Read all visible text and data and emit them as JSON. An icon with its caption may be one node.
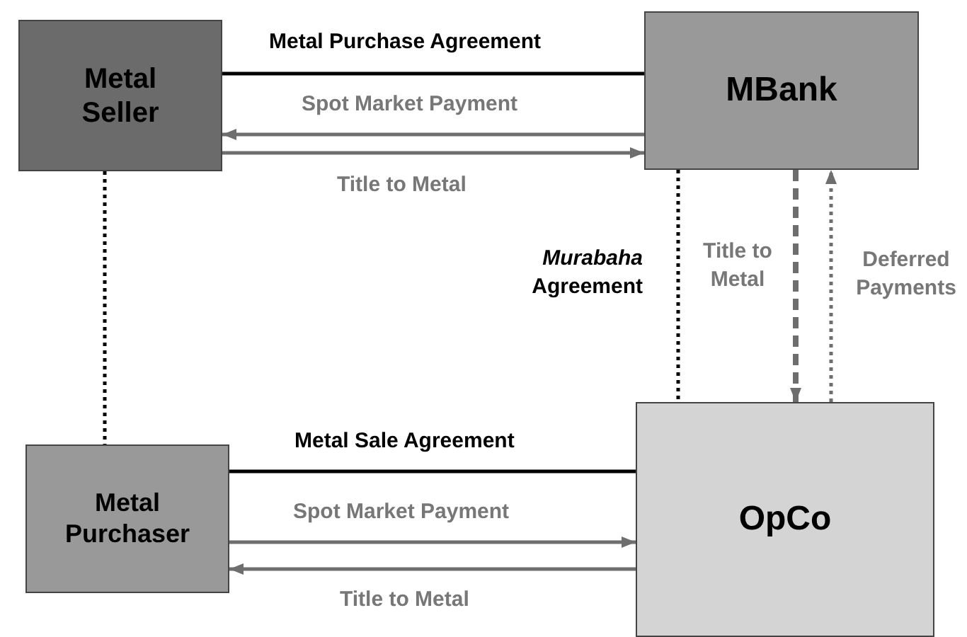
{
  "diagram": {
    "nodes": [
      {
        "text": [
          "Metal Seller"
        ]
      },
      {
        "text": [
          "MBank"
        ]
      },
      {
        "text": [
          "Metal Purchaser"
        ]
      },
      {
        "text": [
          "OpCo"
        ]
      }
    ],
    "edges": [
      {
        "from": 0,
        "to": 1,
        "arrow": "none",
        "label": "Metal Purchase Agreement",
        "color": "#000000"
      },
      {
        "from": 1,
        "to": 0,
        "arrow": "to",
        "label": "Spot Market Payment"
      },
      {
        "from": 0,
        "to": 1,
        "arrow": "to",
        "label": "Title to Metal"
      },
      {
        "from": 0,
        "to": 2,
        "arrow": "none",
        "style": "dashed",
        "color": "#000000"
      },
      {
        "from": 2,
        "to": 3,
        "arrow": "none",
        "label": "Metal Sale Agreement",
        "color": "#000000"
      },
      {
        "from": 2,
        "to": 3,
        "arrow": "to",
        "label": "Spot Market Payment"
      },
      {
        "from": 3,
        "to": 2,
        "arrow": "to",
        "label": "Title to Metal"
      },
      {
        "from": 1,
        "to": 3,
        "arrow": "none",
        "label": "*Murabaha* Agreement",
        "style": "dashed",
        "color": "#000000"
      },
      {
        "from": 1,
        "to": 3,
        "arrow": "to",
        "label": "Title to Metal",
        "style": "dashed"
      },
      {
        "from": 3,
        "to": 1,
        "arrow": "to",
        "label": "Deferred Payments",
        "style": "dashed"
      }
    ]
  }
}
